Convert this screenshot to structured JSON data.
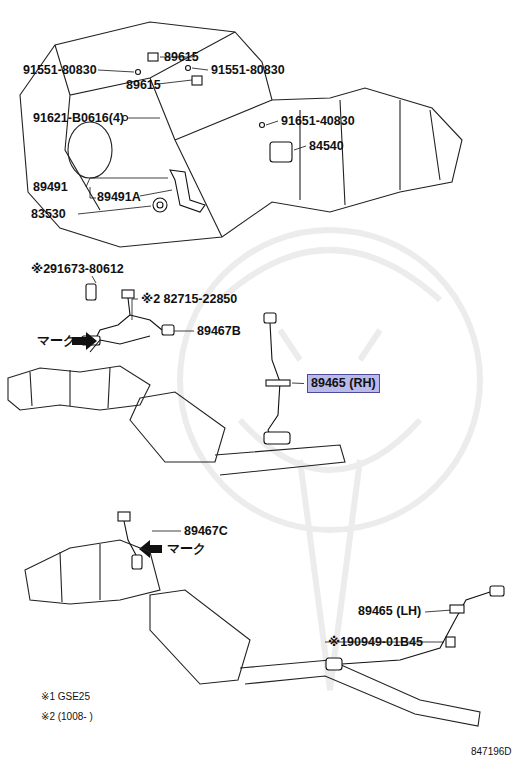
{
  "diagram": {
    "nodes": [
      {
        "text": [
          "89465 (RH)"
        ]
      }
    ],
    "labels": [
      "89615",
      "91551-80830",
      "89615",
      "91551-80830",
      "91621-B0616(4)",
      "91651-40830",
      "84540",
      "89491",
      "89491A",
      "83530",
      "※291673-80612",
      "※2 82715-22850",
      "マーク",
      "89467B",
      "89467C",
      "マーク",
      "89465 (LH)",
      "※190949-01B45",
      "※1 GSE25",
      "※2 (1008- )",
      "847196D"
    ]
  }
}
